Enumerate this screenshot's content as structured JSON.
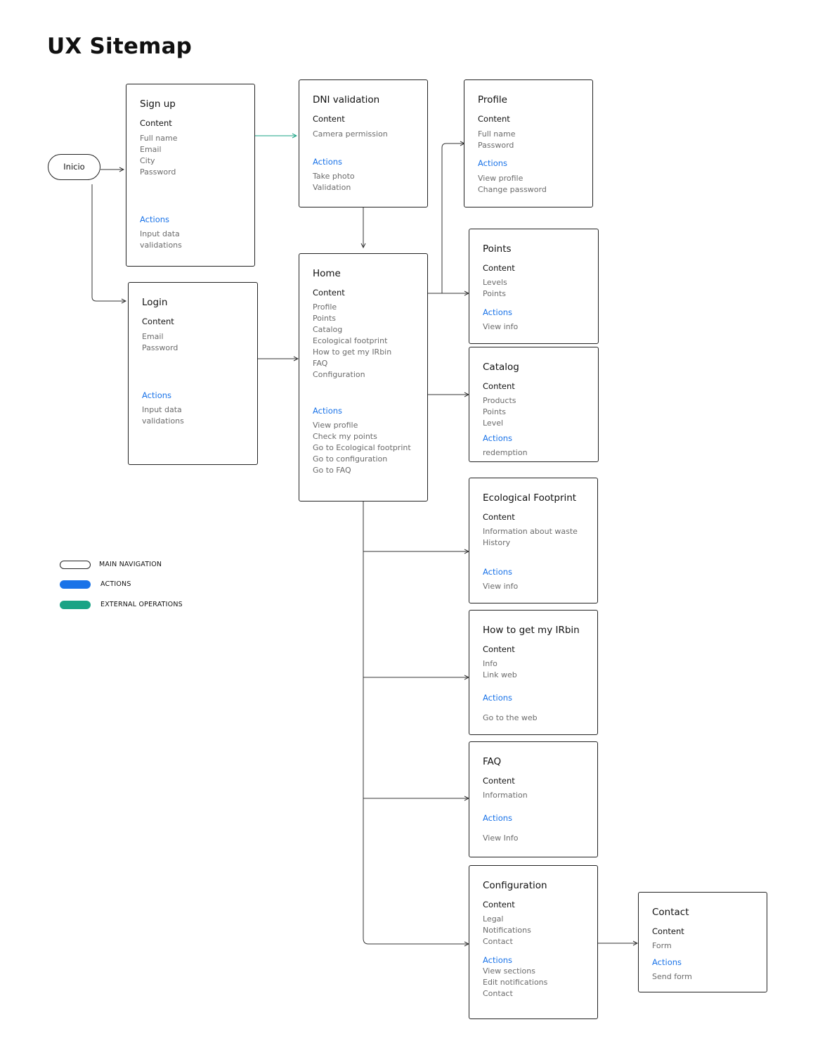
{
  "title": "UX Sitemap",
  "start_node": "Inicio",
  "colors": {
    "actions": "#1a73e8",
    "external": "#1aa385",
    "main_nav": "#ffffff",
    "line": "#333333"
  },
  "nodes": {
    "signup": {
      "title": "Sign up",
      "content_label": "Content",
      "content": [
        "Full name",
        "Email",
        "City",
        "Password"
      ],
      "actions_label": "Actions",
      "actions": [
        "Input data",
        "validations"
      ]
    },
    "dni": {
      "title": "DNI  validation",
      "content_label": "Content",
      "content": [
        "Camera permission"
      ],
      "actions_label": "Actions",
      "actions": [
        "Take photo",
        "Validation"
      ]
    },
    "profile": {
      "title": "Profile",
      "content_label": "Content",
      "content": [
        "Full name",
        "Password"
      ],
      "actions_label": "Actions",
      "actions": [
        "View profile",
        "Change password"
      ]
    },
    "login": {
      "title": "Login",
      "content_label": "Content",
      "content": [
        "Email",
        "Password"
      ],
      "actions_label": "Actions",
      "actions": [
        "Input data",
        "validations"
      ]
    },
    "home": {
      "title": "Home",
      "content_label": "Content",
      "content": [
        "Profile",
        "Points",
        "Catalog",
        "Ecological footprint",
        "How to get my IRbin",
        "FAQ",
        "Configuration"
      ],
      "actions_label": "Actions",
      "actions": [
        "View profile",
        "Check my points",
        "Go to Ecological footprint",
        "Go to configuration",
        "Go to FAQ"
      ]
    },
    "points": {
      "title": "Points",
      "content_label": "Content",
      "content": [
        "Levels",
        "Points"
      ],
      "actions_label": "Actions",
      "actions": [
        "View info"
      ]
    },
    "catalog": {
      "title": "Catalog",
      "content_label": "Content",
      "content": [
        "Products",
        "Points",
        "Level"
      ],
      "actions_label": "Actions",
      "actions": [
        "redemption"
      ]
    },
    "eco": {
      "title": "Ecological Footprint",
      "content_label": "Content",
      "content": [
        "Information about waste",
        "History"
      ],
      "actions_label": "Actions",
      "actions": [
        "View info"
      ]
    },
    "irbin": {
      "title": "How to get my IRbin",
      "content_label": "Content",
      "content": [
        "Info",
        "Link web"
      ],
      "actions_label": "Actions",
      "actions": [
        "Go to the web"
      ]
    },
    "faq": {
      "title": "FAQ",
      "content_label": "Content",
      "content": [
        "Information"
      ],
      "actions_label": "Actions",
      "actions": [
        "View Info"
      ]
    },
    "config": {
      "title": "Configuration",
      "content_label": "Content",
      "content": [
        "Legal",
        "Notifications",
        "Contact"
      ],
      "actions_label": "Actions",
      "actions": [
        "View sections",
        "Edit notifications",
        "Contact"
      ]
    },
    "contact": {
      "title": "Contact",
      "content_label": "Content",
      "content": [
        "Form"
      ],
      "actions_label": "Actions",
      "actions": [
        "Send form"
      ]
    }
  },
  "legend": {
    "main_navigation": "MAIN NAVIGATION",
    "actions": "ACTIONS",
    "external_operations": "EXTERNAL OPERATIONS"
  }
}
